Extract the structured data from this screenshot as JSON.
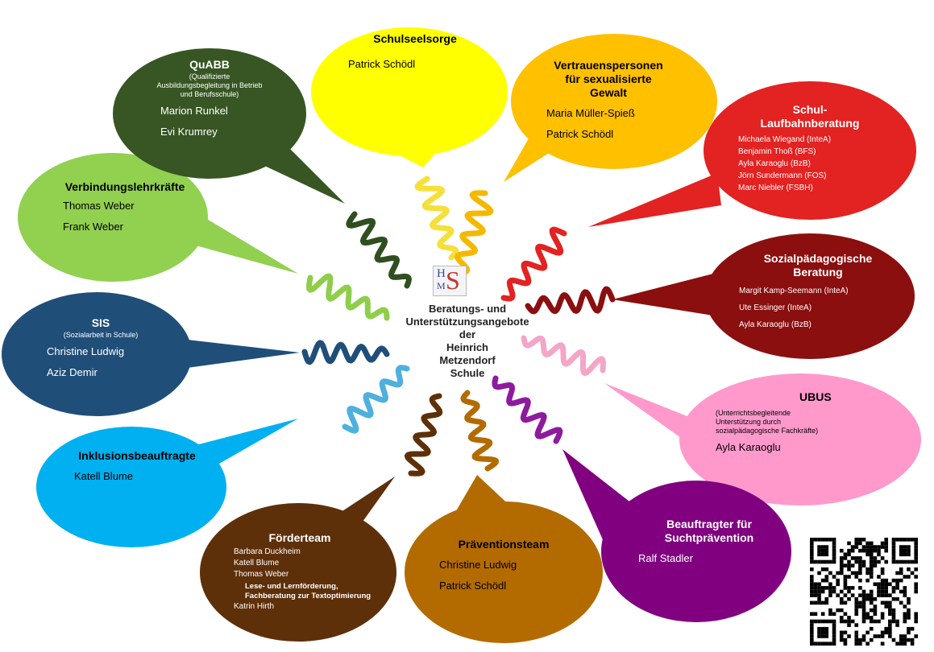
{
  "center": {
    "title": "Beratungs- und\nUnterstützungsangebote\nder\nHeinrich\nMetzendorf\nSchule",
    "logo": {
      "h": "H",
      "m": "M",
      "s": "S"
    }
  },
  "bubbles": [
    {
      "id": "schulseelsorge",
      "title": "Schulseelsorge",
      "subtitle": "",
      "names": [
        "Patrick Schödl"
      ],
      "extra": "",
      "color": "#ffff00",
      "text_color": "#000000"
    },
    {
      "id": "vertrauenspersonen",
      "title": "Vertrauenspersonen\nfür sexualisierte\nGewalt",
      "subtitle": "",
      "names": [
        "Maria Müller-Spieß",
        "Patrick Schödl"
      ],
      "extra": "",
      "color": "#ffc000",
      "text_color": "#000000"
    },
    {
      "id": "laufbahnberatung",
      "title": "Schul-\nLaufbahnberatung",
      "subtitle": "",
      "names": [
        "Michaela Wiegand (InteA)",
        "Benjamin Thoß (BFS)",
        "Ayla Karaoglu (BzB)",
        "Jörn Sundermann (FOS)",
        "Marc Niebler (FSBH)"
      ],
      "extra": "",
      "color": "#e32222",
      "text_color": "#ffffff"
    },
    {
      "id": "sozialpaedagogik",
      "title": "Sozialpädagogische\nBeratung",
      "subtitle": "",
      "names": [
        "Margit Kamp-Seemann (InteA)",
        "Ute Essinger (InteA)",
        "Ayla Karaoglu (BzB)"
      ],
      "extra": "",
      "color": "#8b0f0f",
      "text_color": "#ffffff"
    },
    {
      "id": "ubus",
      "title": "UBUS",
      "subtitle": "(Unterrichtsbegleitende\nUnterstützung durch\nsozialpädagogische Fachkräfte)",
      "names": [
        "Ayla Karaoglu"
      ],
      "extra": "",
      "color": "#ff99cc",
      "text_color": "#000000"
    },
    {
      "id": "suchtpraevention",
      "title": "Beauftragter für\nSuchtprävention",
      "subtitle": "",
      "names": [
        "Ralf Stadler"
      ],
      "extra": "",
      "color": "#800080",
      "text_color": "#ffffff"
    },
    {
      "id": "praeventionsteam",
      "title": "Präventionsteam",
      "subtitle": "",
      "names": [
        "Christine Ludwig",
        "Patrick Schödl"
      ],
      "extra": "",
      "color": "#b36b00",
      "text_color": "#000000"
    },
    {
      "id": "foerderteam",
      "title": "Förderteam",
      "subtitle": "",
      "names": [
        "Barbara Duckheim",
        "Katell Blume",
        "Thomas Weber"
      ],
      "extra": "Lese- und Lernförderung,\nFachberatung zur Textoptimierung",
      "extra_name": "Katrin Hirth",
      "color": "#5e300a",
      "text_color": "#ffffff"
    },
    {
      "id": "inklusion",
      "title": "Inklusionsbeauftragte",
      "subtitle": "",
      "names": [
        "Katell Blume"
      ],
      "extra": "",
      "color": "#00b0f0",
      "text_color": "#000000"
    },
    {
      "id": "sis",
      "title": "SIS",
      "subtitle": "(Sozialarbeit in Schule)",
      "names": [
        "Christine Ludwig",
        "Aziz Demir"
      ],
      "extra": "",
      "color": "#1f4e79",
      "text_color": "#ffffff"
    },
    {
      "id": "verbindungslehrkraefte",
      "title": "Verbindungslehrkräfte",
      "subtitle": "",
      "names": [
        "Thomas Weber",
        "Frank Weber"
      ],
      "extra": "",
      "color": "#92d050",
      "text_color": "#000000"
    },
    {
      "id": "quabb",
      "title": "QuABB",
      "subtitle": "(Qualifizierte\nAusbildungsbegleitung in Betrieb\nund Berufsschule)",
      "names": [
        "Marion Runkel",
        "Evi Krumrey"
      ],
      "extra": "",
      "color": "#375623",
      "text_color": "#ffffff"
    }
  ],
  "squiggle_colors": [
    "#f5e03a",
    "#f5b800",
    "#e32222",
    "#8b0f0f",
    "#f4a6c8",
    "#8e1a9e",
    "#b36b00",
    "#5e300a",
    "#4fb0de",
    "#1f4e79",
    "#8fce4a",
    "#2f4f1f"
  ]
}
